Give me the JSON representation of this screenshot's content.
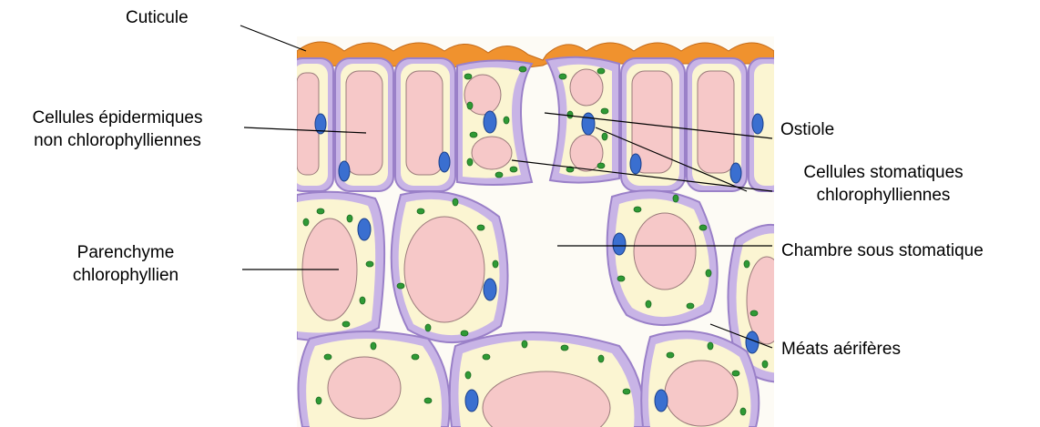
{
  "labels": {
    "cuticule": "Cuticule",
    "epidermal_line1": "Cellules épidermiques",
    "epidermal_line2": "non chlorophylliennes",
    "parenchyme_line1": "Parenchyme",
    "parenchyme_line2": "chlorophyllien",
    "ostiole": "Ostiole",
    "stomatal_line1": "Cellules stomatiques",
    "stomatal_line2": "chlorophylliennes",
    "chambre": "Chambre sous stomatique",
    "meats": "Méats aérifères"
  },
  "colors": {
    "cuticle": "#f0922e",
    "cell_wall": "#9a80c8",
    "cell_wall_fill": "#c8b4e6",
    "cytoplasm": "#fbf5d2",
    "vacuole": "#f6c8c8",
    "nucleus": "#3a6fd0",
    "chloroplast": "#2f9a35",
    "leader_line": "#000000"
  }
}
